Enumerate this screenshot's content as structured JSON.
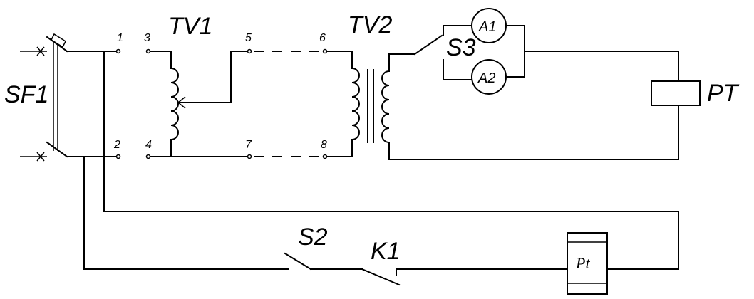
{
  "labels": {
    "sf1": "SF1",
    "tv1": "TV1",
    "tv2": "TV2",
    "s3": "S3",
    "a1": "A1",
    "a2": "A2",
    "pt_big": "PT",
    "s2": "S2",
    "k1": "K1",
    "pt_small": "Pt"
  },
  "terminals": {
    "t1": "1",
    "t2": "2",
    "t3": "3",
    "t4": "4",
    "t5": "5",
    "t6": "6",
    "t7": "7",
    "t8": "8"
  }
}
